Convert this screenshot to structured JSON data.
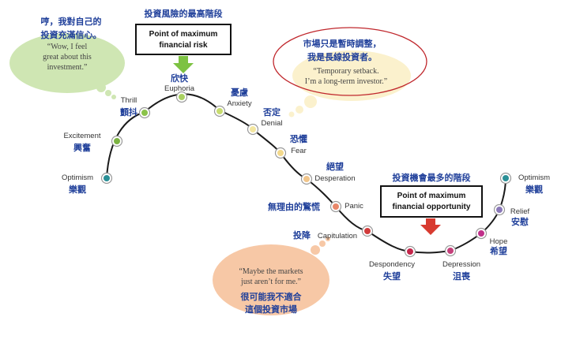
{
  "top_peak_label_cn": "投資風險的最高階段",
  "top_box_lines": [
    "Point of maximum",
    "financial risk"
  ],
  "bottom_trough_label_cn": "投資機會最多的階段",
  "bottom_box_lines": [
    "Point of maximum",
    "financial opportunity"
  ],
  "bubbles": {
    "green": {
      "cn_lines": [
        "哼，我對自己的",
        "投資充滿信心。"
      ],
      "en_lines": [
        "“Wow, I feel",
        "great about this",
        "investment.”"
      ]
    },
    "yellow": {
      "cn_lines": [
        "市場只是暫時調整，",
        "我是長線投資者。"
      ],
      "en_lines": [
        "“Temporary setback.",
        "I’m a long-term investor.”"
      ]
    },
    "orange": {
      "en_lines": [
        "“Maybe the markets",
        "just aren’t for me.”"
      ],
      "cn_lines": [
        "很可能我不適合",
        "這個投資市場"
      ]
    }
  },
  "stages": [
    {
      "en": "Optimism",
      "cn": "樂觀",
      "color": "#2a8f96"
    },
    {
      "en": "Excitement",
      "cn": "興奮",
      "color": "#7cb342"
    },
    {
      "en": "Thrill",
      "cn": "顫抖",
      "color": "#8bc34a"
    },
    {
      "en": "Euphoria",
      "cn": "欣快",
      "color": "#a8d060"
    },
    {
      "en": "Anxiety",
      "cn": "憂慮",
      "color": "#c8dc70"
    },
    {
      "en": "Denial",
      "cn": "否定",
      "color": "#f3e6a0"
    },
    {
      "en": "Fear",
      "cn": "恐懼",
      "color": "#f3d98c"
    },
    {
      "en": "Desperation",
      "cn": "絕望",
      "color": "#f1c58a"
    },
    {
      "en": "Panic",
      "cn": "無理由的驚慌",
      "color": "#e8876a"
    },
    {
      "en": "Capitulation",
      "cn": "投降",
      "color": "#d13c3c"
    },
    {
      "en": "Despondency",
      "cn": "失望",
      "color": "#c4254a"
    },
    {
      "en": "Depression",
      "cn": "沮喪",
      "color": "#c43f7a"
    },
    {
      "en": "Hope",
      "cn": "希望",
      "color": "#c0308a"
    },
    {
      "en": "Relief",
      "cn": "安慰",
      "color": "#8a78b8"
    },
    {
      "en": "Optimism",
      "cn": "樂觀",
      "color": "#2a8f96"
    }
  ],
  "colors": {
    "curve": "#1a1a1a",
    "arrow_down_green": "#7dc242",
    "arrow_down_red": "#d83b30",
    "bubble_green": "#cfe6b3",
    "bubble_yellow": "#fbf1cd",
    "bubble_orange": "#f7c8a6",
    "ellipse_outline": "#c0282d"
  }
}
